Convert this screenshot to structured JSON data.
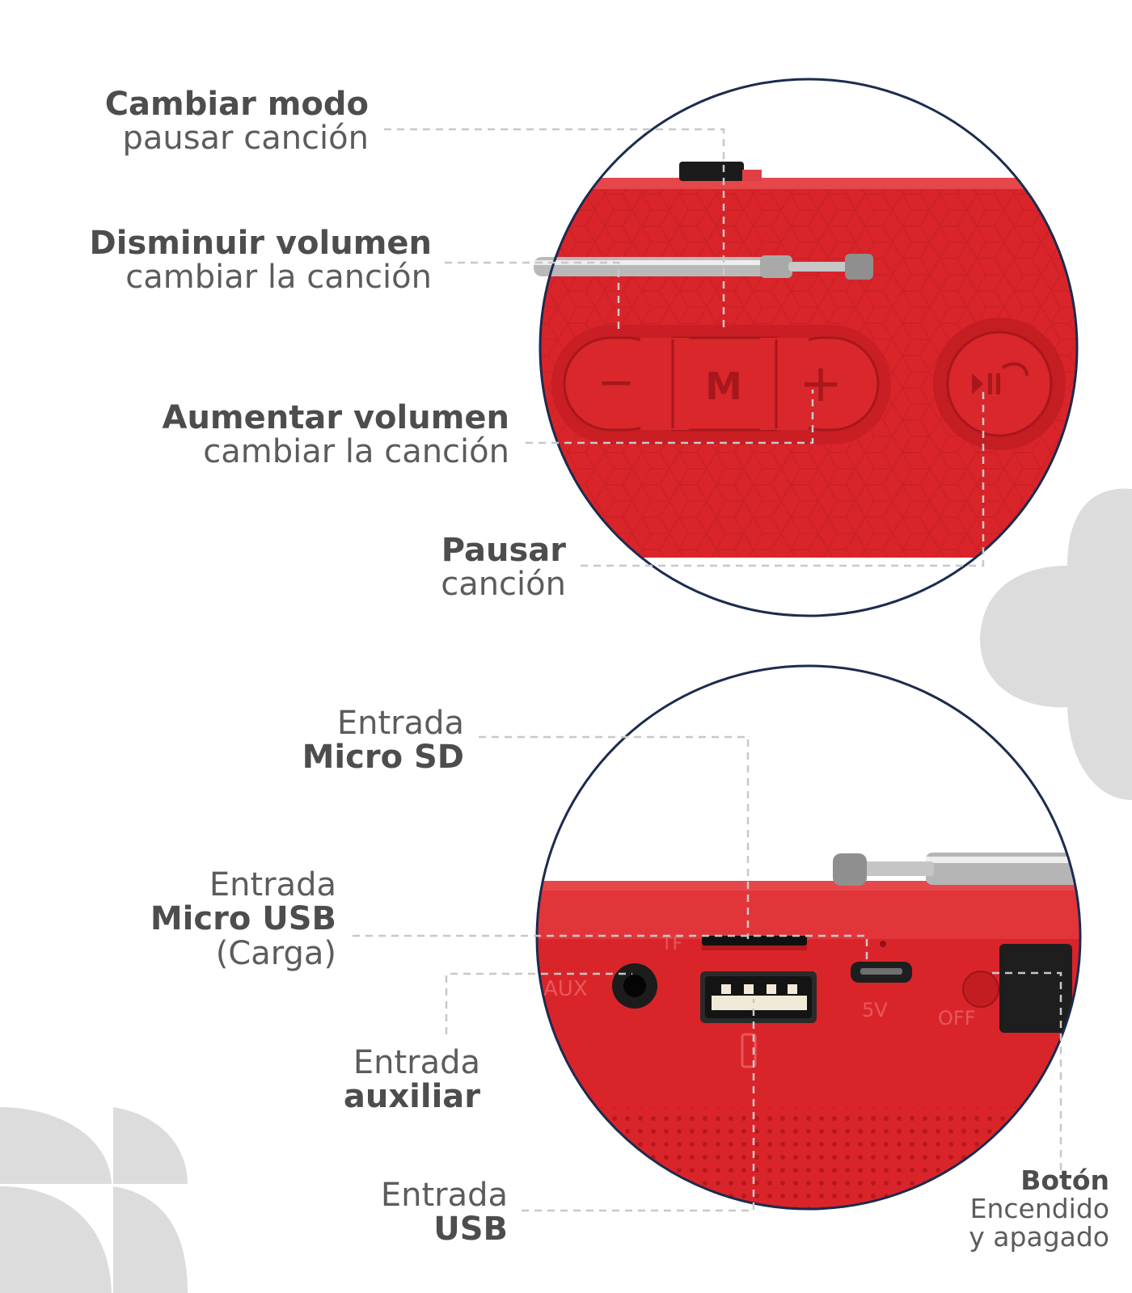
{
  "callouts": {
    "cambiar_modo": {
      "bold": "Cambiar modo",
      "regular": "pausar canción"
    },
    "disminuir": {
      "bold": "Disminuir volumen",
      "regular": "cambiar la canción"
    },
    "aumentar": {
      "bold": "Aumentar volumen",
      "regular": "cambiar la canción"
    },
    "pausar": {
      "bold": "Pausar",
      "regular": "canción"
    },
    "micro_sd": {
      "regular": "Entrada",
      "bold": "Micro SD"
    },
    "micro_usb": {
      "regular": "Entrada",
      "bold": "Micro USB",
      "extra": "(Carga)"
    },
    "auxiliar": {
      "regular": "Entrada",
      "bold": "auxiliar"
    },
    "usb": {
      "regular": "Entrada",
      "bold": "USB"
    },
    "boton": {
      "bold": "Botón",
      "regular": "Encendido",
      "extra": "y apagado"
    }
  },
  "device": {
    "button_minus": "−",
    "button_mode": "M",
    "button_plus": "+",
    "port_aux": "AUX",
    "port_tf": "TF",
    "port_5v": "5V",
    "switch_off": "OFF"
  },
  "colors": {
    "speaker_red": "#d9252a",
    "speaker_dark": "#b51a1f",
    "circle_border": "#1c2b4f",
    "decor_gray": "#dcdcdc",
    "leader_line": "#c8c8c8"
  }
}
